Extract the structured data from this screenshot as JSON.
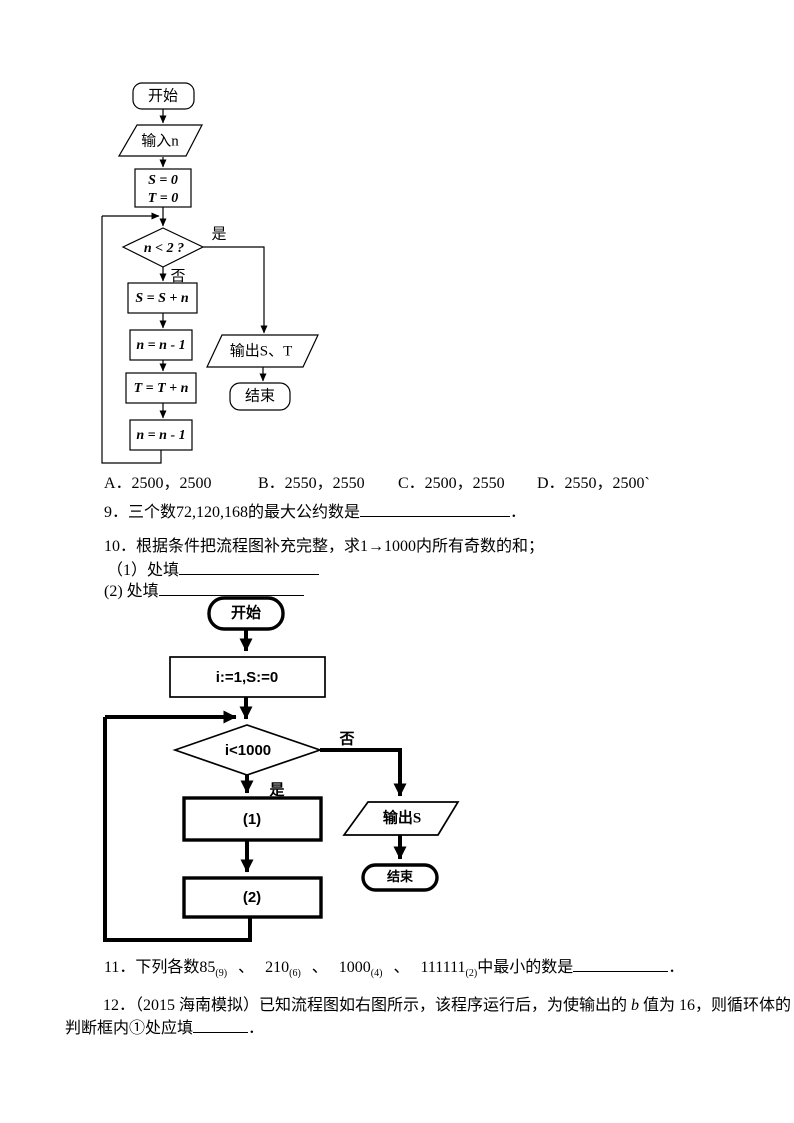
{
  "flowchart1": {
    "start": "开始",
    "input": "输入n",
    "init_line1": "S = 0",
    "init_line2": "T = 0",
    "condition": "n < 2 ?",
    "yes_label": "是",
    "no_label": "否",
    "step1": "S = S + n",
    "step2": "n = n - 1",
    "step3": "T = T + n",
    "step4": "n = n - 1",
    "output": "输出S、T",
    "end": "结束"
  },
  "options": {
    "a": "A．2500，2500",
    "b": "B．2550，2550",
    "c": "C．2500，2550",
    "d": "D．2550，2500`"
  },
  "q9": {
    "prefix": "9．三个数72,120,168的最大公约数是",
    "suffix": "．"
  },
  "q10": {
    "line1": "10．根据条件把流程图补充完整，求1→1000内所有奇数的和；",
    "blank1_label": "（1）处填",
    "blank2_label": "(2) 处填"
  },
  "flowchart2": {
    "start": "开始",
    "init": "i:=1,S:=0",
    "condition": "i<1000",
    "no_label": "否",
    "yes_label": "是",
    "step1": "(1)",
    "step2": "(2)",
    "output": "输出S",
    "end": "结束"
  },
  "q11": {
    "prefix": "11．下列各数",
    "n1": "85",
    "s1": "(9)",
    "sep": "、",
    "n2": "210",
    "s2": "(6)",
    "n3": "1000",
    "s3": "(4)",
    "n4": "111111",
    "s4": "(2)",
    "mid": "中最小的数是",
    "suffix": "．"
  },
  "q12": {
    "pre": "12．（2015 海南模拟）已知流程图如右图所示，该程序运行后，为使输出的",
    "var_b": "b",
    "post": "值为 16，则循环体的",
    "line2_prefix": "判断框内①处应填",
    "suffix": "．"
  }
}
